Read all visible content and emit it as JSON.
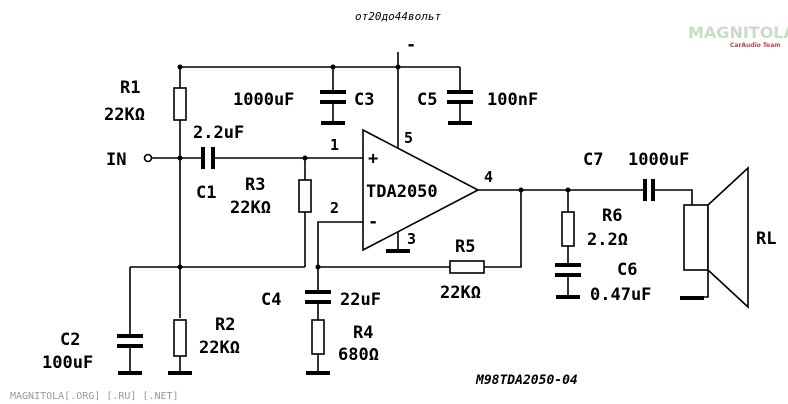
{
  "header": {
    "supply_note": "от20до44вольт"
  },
  "watermark": {
    "logo": "MAGNITOLA",
    "logo_sub": "CarAudio Team",
    "footer": "MAGNITOLA[.ORG] [.RU] [.NET]"
  },
  "diagram_code": "M98TDA2050-04",
  "supply": {
    "symbol": "-"
  },
  "input": {
    "label": "IN"
  },
  "chip": {
    "name": "TDA2050",
    "plus": "+",
    "minus": "-",
    "pins": {
      "p1": "1",
      "p2": "2",
      "p3": "3",
      "p4": "4",
      "p5": "5"
    }
  },
  "components": {
    "R1": {
      "ref": "R1",
      "value": "22KΩ"
    },
    "R2": {
      "ref": "R2",
      "value": "22KΩ"
    },
    "R3": {
      "ref": "R3",
      "value": "22KΩ"
    },
    "R4": {
      "ref": "R4",
      "value": "680Ω"
    },
    "R5": {
      "ref": "R5",
      "value": "22KΩ"
    },
    "R6": {
      "ref": "R6",
      "value": "2.2Ω"
    },
    "C1": {
      "ref": "C1",
      "value": "2.2uF"
    },
    "C2": {
      "ref": "C2",
      "value": "100uF"
    },
    "C3": {
      "ref": "C3",
      "value": "1000uF"
    },
    "C4": {
      "ref": "C4",
      "value": "22uF"
    },
    "C5": {
      "ref": "C5",
      "value": "100nF"
    },
    "C6": {
      "ref": "C6",
      "value": "0.47uF"
    },
    "C7": {
      "ref": "C7",
      "value": "1000uF"
    },
    "RL": {
      "ref": "RL"
    }
  }
}
